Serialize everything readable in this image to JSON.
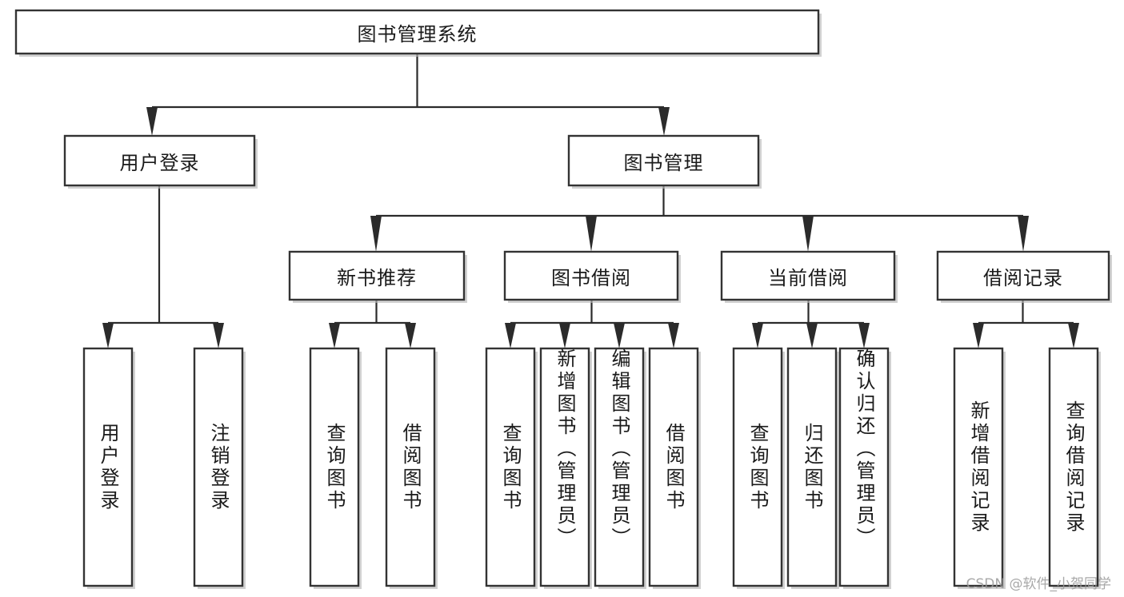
{
  "diagram": {
    "title": "图书管理系统",
    "type": "tree-hierarchy-chart",
    "watermark": "CSDN @软件_小贺同学",
    "colors": {
      "box_border": "#333333",
      "box_fill": "#ffffff",
      "connector": "#2b2b2b",
      "text": "#1a1a1a",
      "background": "#ffffff",
      "watermark": "#9a9a9a"
    },
    "root": {
      "label": "图书管理系统",
      "orientation": "horizontal"
    },
    "level2": [
      {
        "label": "用户登录",
        "orientation": "horizontal"
      },
      {
        "label": "图书管理",
        "orientation": "horizontal"
      }
    ],
    "level3": [
      {
        "label": "新书推荐",
        "orientation": "horizontal"
      },
      {
        "label": "图书借阅",
        "orientation": "horizontal"
      },
      {
        "label": "当前借阅",
        "orientation": "horizontal"
      },
      {
        "label": "借阅记录",
        "orientation": "horizontal"
      }
    ],
    "leaves": {
      "user_login": [
        {
          "label": "用户登录",
          "orientation": "vertical"
        },
        {
          "label": "注销登录",
          "orientation": "vertical"
        }
      ],
      "new_book_recommend": [
        {
          "label": "查询图书",
          "orientation": "vertical"
        },
        {
          "label": "借阅图书",
          "orientation": "vertical"
        }
      ],
      "book_borrow": [
        {
          "label": "查询图书",
          "orientation": "vertical"
        },
        {
          "label": "新增图书（管理员）",
          "orientation": "vertical"
        },
        {
          "label": "编辑图书（管理员）",
          "orientation": "vertical"
        },
        {
          "label": "借阅图书",
          "orientation": "vertical"
        }
      ],
      "current_borrow": [
        {
          "label": "查询图书",
          "orientation": "vertical"
        },
        {
          "label": "归还图书",
          "orientation": "vertical"
        },
        {
          "label": "确认归还（管理员）",
          "orientation": "vertical"
        }
      ],
      "borrow_record": [
        {
          "label": "新增借阅记录",
          "orientation": "vertical"
        },
        {
          "label": "查询借阅记录",
          "orientation": "vertical"
        }
      ]
    }
  }
}
